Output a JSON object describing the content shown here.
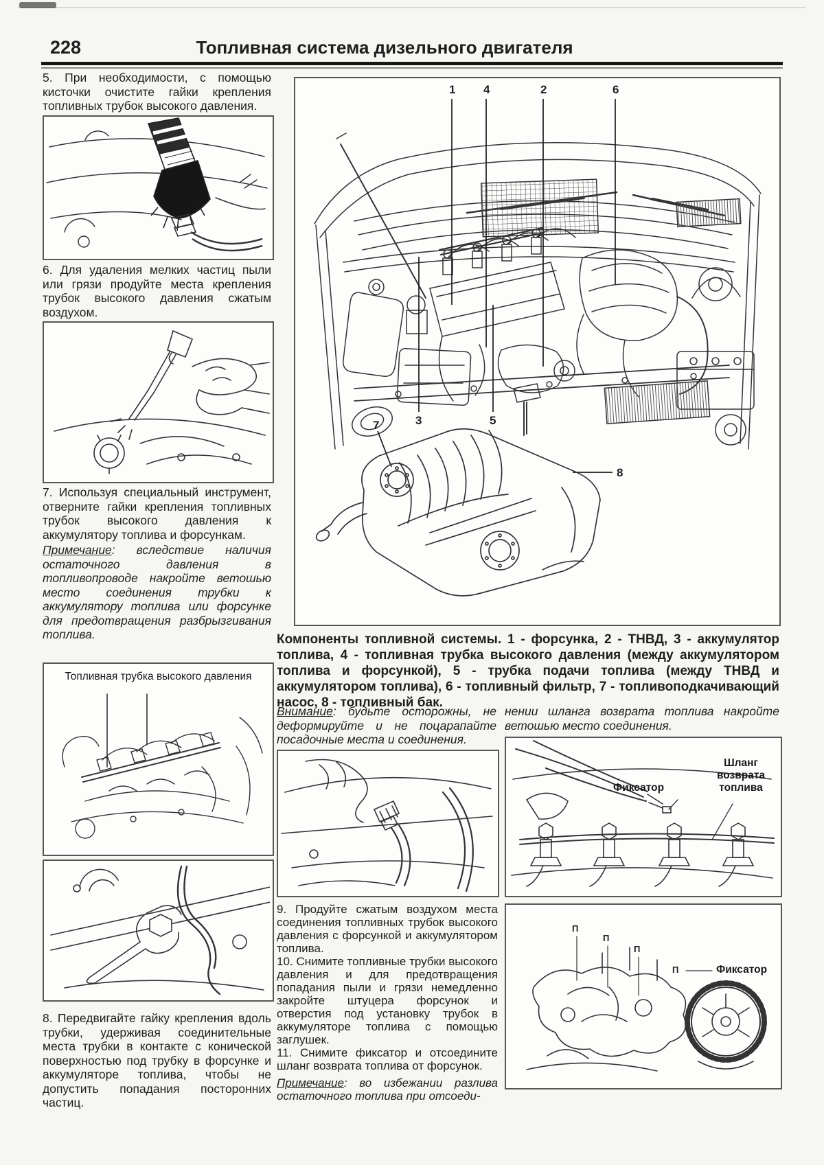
{
  "page": {
    "number": "228",
    "title": "Топливная система дизельного двигателя"
  },
  "left": {
    "step5": "5. При необходимости, с помощью кисточки очистите гайки крепления топливных трубок высокого давления.",
    "step6": "6. Для удаления мелких частиц пыли или грязи продуйте места крепления трубок высокого давления сжатым воздухом.",
    "step7": "7. Используя специальный инструмент, отверните гайки крепления топливных трубок высокого давления к аккумулятору топлива и форсункам.",
    "note7_label": "Примечание",
    "note7_rest": ": вследствие наличия остаточного давления в топливопроводе накройте ветошью место соединения трубки к аккумулятору топлива или форсунке для предотвращения разбрызгивания топлива.",
    "fig_pipe_label": "Топливная трубка высокого давления",
    "step8": "8. Передвигайте гайку крепления вдоль трубки, удерживая соединительные места трубки в контакте с конической поверхностью под трубку в форсунке и аккумуляторе топлива, чтобы не допустить попадания посторонних частиц."
  },
  "diagram": {
    "callouts": {
      "c1": "1",
      "c4": "4",
      "c2": "2",
      "c6": "6",
      "c3": "3",
      "c5": "5",
      "c7": "7",
      "c8": "8"
    },
    "caption": "Компоненты топливной системы. 1 - форсунка, 2 - ТНВД, 3 - аккумулятор топлива, 4 - топливная трубка высокого давления (между аккумулятором топлива и форсункой), 5 - трубка подачи топлива (между ТНВД и аккумулятором топлива), 6 - топливный фильтр, 7 - топливоподкачивающий насос, 8 - топливный бак."
  },
  "middle": {
    "warning_label": "Внимание",
    "warning_rest": ": будьте осторожны, не деформируйте и не поцарапайте посадочные места и соединения.",
    "step9": "9. Продуйте сжатым воздухом места соединения топливных трубок высокого давления с форсункой и аккумулятором топлива.",
    "step10": "10. Снимите топливные трубки высокого давления и для предотвращения попадания пыли и грязи немедленно закройте штуцера форсунок и отверстия под установку трубок в аккумуляторе топлива с помощью заглушек.",
    "step11": "11. Снимите фиксатор и отсоедините шланг возврата топлива от форсунок.",
    "note_label": "Примечание",
    "note_rest": ": во избежании разлива остаточного топлива при отсоеди-"
  },
  "right": {
    "note_continuation": "нении шланга возврата топлива накройте ветошью место соединения.",
    "fig_return": {
      "fixator": "Фиксатор",
      "hose": "Шланг возврата топлива"
    },
    "fig_clips": {
      "markers": [
        "П",
        "П",
        "П",
        "П"
      ],
      "fixator": "Фиксатор"
    }
  }
}
